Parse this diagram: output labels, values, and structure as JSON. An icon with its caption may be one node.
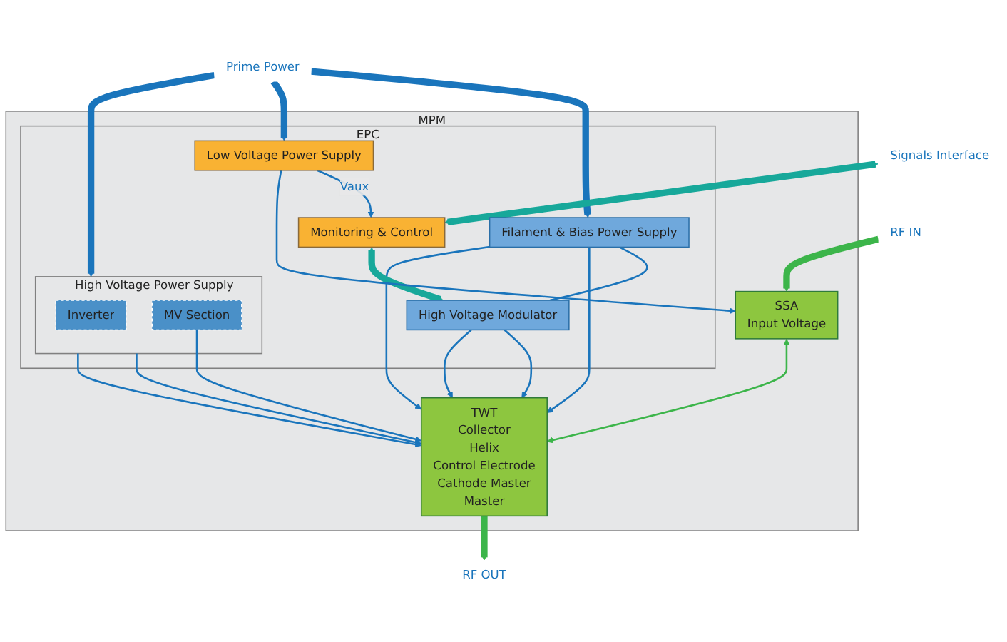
{
  "diagram": {
    "nodes": [
      {
        "text": [
          "MPM"
        ]
      },
      {
        "text": [
          "EPC"
        ],
        "in": 0
      },
      {
        "text": [
          "High Voltage Power Supply"
        ],
        "in": 1
      },
      {
        "text": [
          "Inverter"
        ],
        "in": 2
      },
      {
        "text": [
          "MV Section"
        ],
        "in": 2
      },
      {
        "text": [
          "High Voltage Modulator"
        ],
        "in": 1
      },
      {
        "text": [
          "Filament & Bias Power Supply"
        ],
        "in": 1
      },
      {
        "text": [
          "Low Voltage Power Supply"
        ],
        "in": 1
      },
      {
        "text": [
          "Monitoring & Control"
        ],
        "in": 1
      },
      {
        "text": [
          "TWT",
          "Collector",
          "Helix",
          "Control Electrode",
          "Cathode Master",
          "Master"
        ],
        "in": 0
      },
      {
        "text": [
          "SSA",
          "Input Voltage"
        ],
        "in": 0
      },
      {
        "text": [
          "Prime Power"
        ]
      },
      {
        "text": [
          "Signals Interface"
        ]
      },
      {
        "text": [
          "RF OUT"
        ]
      },
      {
        "text": [
          "RF IN"
        ]
      }
    ],
    "edges": [
      {
        "from": 11,
        "to": 2,
        "arrow": "to",
        "style": "thick"
      },
      {
        "from": 11,
        "to": 6,
        "arrow": "to",
        "style": "thick"
      },
      {
        "from": 11,
        "to": 7,
        "arrow": "to",
        "style": "thick"
      },
      {
        "from": 2,
        "to": 9,
        "arrow": "to"
      },
      {
        "from": 2,
        "to": 9,
        "arrow": "to"
      },
      {
        "from": 4,
        "to": 9,
        "arrow": "to"
      },
      {
        "from": 6,
        "to": 5,
        "arrow": "none"
      },
      {
        "from": 5,
        "to": 9,
        "arrow": "to"
      },
      {
        "from": 5,
        "to": 9,
        "arrow": "to"
      },
      {
        "from": 6,
        "to": 9,
        "arrow": "to"
      },
      {
        "from": 6,
        "to": 9,
        "arrow": "to"
      },
      {
        "from": 8,
        "to": 5,
        "arrow": "both",
        "style": "thick",
        "color": "#17a89a"
      },
      {
        "from": 7,
        "to": 8,
        "arrow": "to",
        "label": "Vaux"
      },
      {
        "from": 7,
        "to": 10,
        "arrow": "to"
      },
      {
        "from": 12,
        "to": 8,
        "arrow": "both",
        "style": "thick",
        "color": "#17a89a"
      },
      {
        "from": 9,
        "to": 13,
        "arrow": "to",
        "style": "thick",
        "color": "#3cb54a"
      },
      {
        "from": 14,
        "to": 10,
        "arrow": "to",
        "style": "thick",
        "color": "#3cb54a"
      },
      {
        "from": 10,
        "to": 9,
        "arrow": "both",
        "color": "#3cb54a"
      }
    ]
  }
}
